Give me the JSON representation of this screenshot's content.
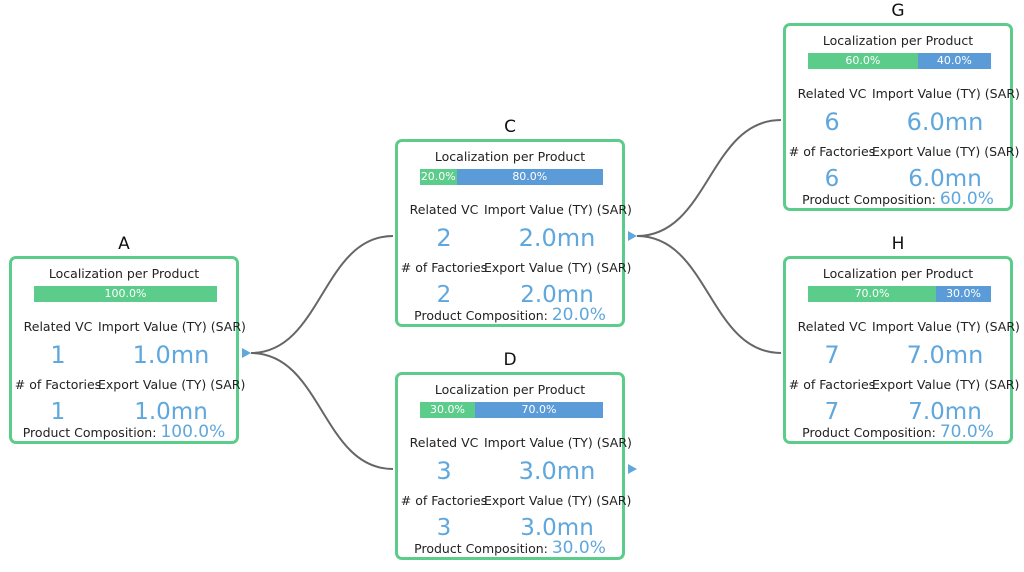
{
  "labels": {
    "heading": "Localization per Product",
    "related_vc": "Related VC",
    "import_value": "Import Value (TY) (SAR)",
    "factories": "# of Factories",
    "export_value": "Export Value (TY) (SAR)",
    "product_composition": "Product Composition:"
  },
  "colors": {
    "border": "#5ccc8a",
    "local_segment": "#5ccc8a",
    "import_segment": "#5b9bd8",
    "value_text": "#5fa7dc",
    "link": "#666666",
    "arrow": "#5fa7dc"
  },
  "nodes": [
    {
      "id": "A",
      "local_pct": 100,
      "local_label": "100.0%",
      "import_label": "",
      "related_vc": "1",
      "import_value": "1.0mn",
      "factories": "1",
      "export_value": "1.0mn",
      "composition": "100.0%"
    },
    {
      "id": "C",
      "local_pct": 20,
      "local_label": "20.0%",
      "import_label": "80.0%",
      "related_vc": "2",
      "import_value": "2.0mn",
      "factories": "2",
      "export_value": "2.0mn",
      "composition": "20.0%"
    },
    {
      "id": "D",
      "local_pct": 30,
      "local_label": "30.0%",
      "import_label": "70.0%",
      "related_vc": "3",
      "import_value": "3.0mn",
      "factories": "3",
      "export_value": "3.0mn",
      "composition": "30.0%"
    },
    {
      "id": "G",
      "local_pct": 60,
      "local_label": "60.0%",
      "import_label": "40.0%",
      "related_vc": "6",
      "import_value": "6.0mn",
      "factories": "6",
      "export_value": "6.0mn",
      "composition": "60.0%"
    },
    {
      "id": "H",
      "local_pct": 70,
      "local_label": "70.0%",
      "import_label": "30.0%",
      "related_vc": "7",
      "import_value": "7.0mn",
      "factories": "7",
      "export_value": "7.0mn",
      "composition": "70.0%"
    }
  ],
  "links": [
    {
      "from": "A",
      "to": "C"
    },
    {
      "from": "A",
      "to": "D"
    },
    {
      "from": "C",
      "to": "G"
    },
    {
      "from": "C",
      "to": "H"
    }
  ]
}
